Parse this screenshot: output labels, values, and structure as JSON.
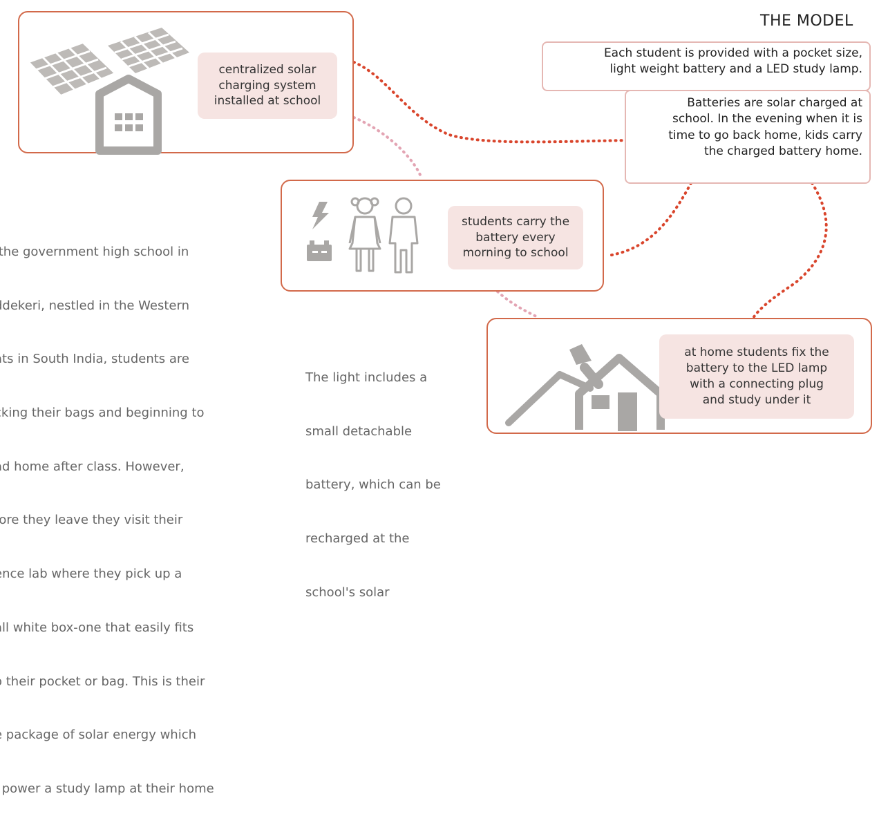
{
  "title": "THE MODEL",
  "boxes": {
    "school": {
      "lines": [
        "centralized solar",
        "charging system",
        "installed at school"
      ]
    },
    "students": {
      "lines": [
        "students carry the",
        "battery every",
        "morning to school"
      ]
    },
    "home": {
      "lines": [
        "at home students fix the",
        "battery to the LED lamp",
        "with a connecting plug",
        "and study under it"
      ]
    }
  },
  "callouts": {
    "first": {
      "lines": [
        "Each student is provided with a pocket size,",
        "light weight battery and a LED study lamp."
      ]
    },
    "second": {
      "lines": [
        "Batteries are solar charged at",
        "school. In the evening when it is",
        "time to go back home, kids carry",
        "the charged battery home."
      ]
    }
  },
  "story": {
    "lines": [
      " the government high school in",
      "ddekeri, nestled in the Western",
      "ats in South India, students are",
      "cking their bags and beginning to",
      "ad home after class. However,",
      "fore they leave they visit their",
      "ence lab where they pick up a",
      "all white box-one that easily fits",
      "o their pocket or bag. This is their",
      "e package of solar energy which",
      "l power a study lamp at their home"
    ]
  },
  "light_note": {
    "lines": [
      "The light includes a",
      "small detachable",
      "battery, which can be",
      "recharged at the",
      "school's solar"
    ]
  },
  "colors": {
    "accent": "#d2694a",
    "pink": "#f6e4e2",
    "icon_gray": "#a9a7a5",
    "dot_red": "#d9452c",
    "dot_pink": "#e3a4b3"
  }
}
